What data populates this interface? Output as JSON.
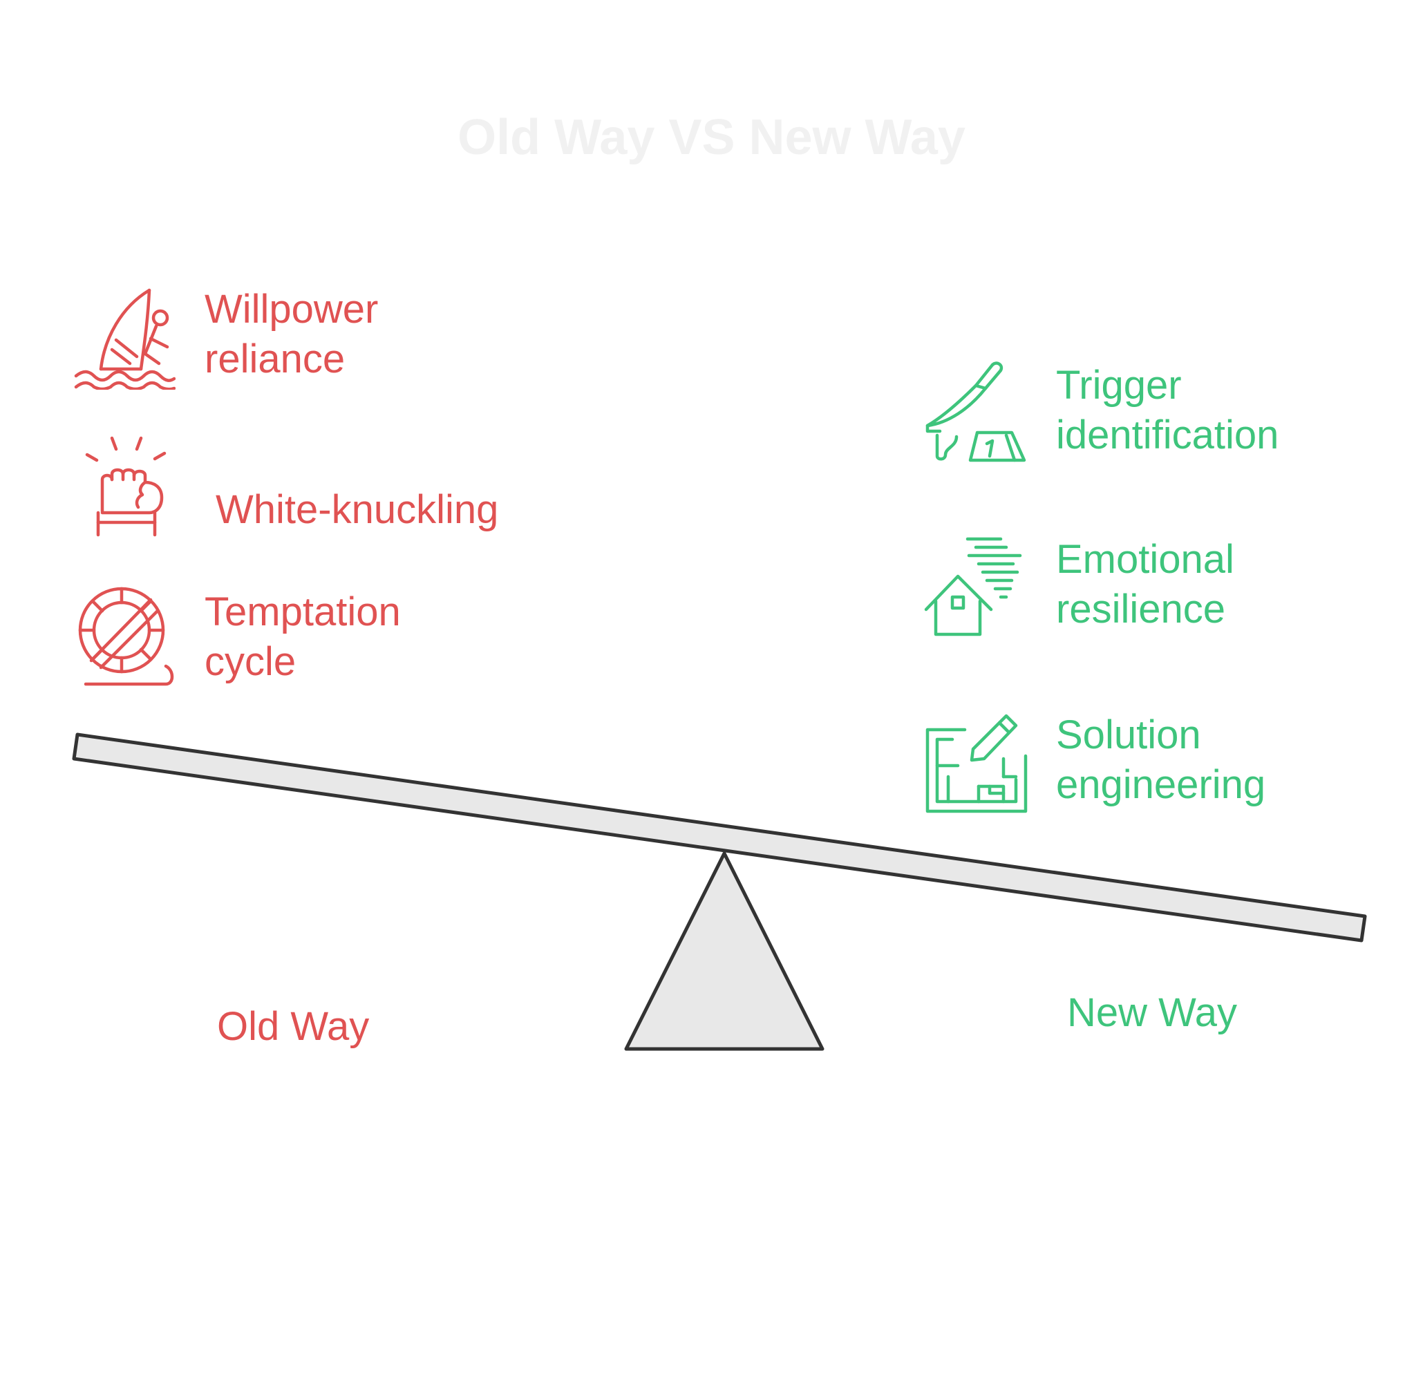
{
  "title": "Old Way VS New Way",
  "old_way": {
    "label": "Old Way",
    "color": "#e05252",
    "items": [
      {
        "line1": "Willpower",
        "line2": "reliance",
        "icon": "windsurfer-icon"
      },
      {
        "line1": "White-knuckling",
        "line2": "",
        "icon": "clenched-fist-icon"
      },
      {
        "line1": "Temptation",
        "line2": "cycle",
        "icon": "hamster-wheel-icon"
      }
    ]
  },
  "new_way": {
    "label": "New Way",
    "color": "#3ec47c",
    "items": [
      {
        "line1": "Trigger",
        "line2": "identification",
        "icon": "knife-evidence-marker-icon"
      },
      {
        "line1": "Emotional",
        "line2": "resilience",
        "icon": "house-wind-icon"
      },
      {
        "line1": "Solution",
        "line2": "engineering",
        "icon": "blueprint-pencil-icon"
      }
    ]
  },
  "seesaw": {
    "tilt": "right-side-down",
    "beam_color": "#e8e8e8",
    "outline_color": "#333333"
  }
}
